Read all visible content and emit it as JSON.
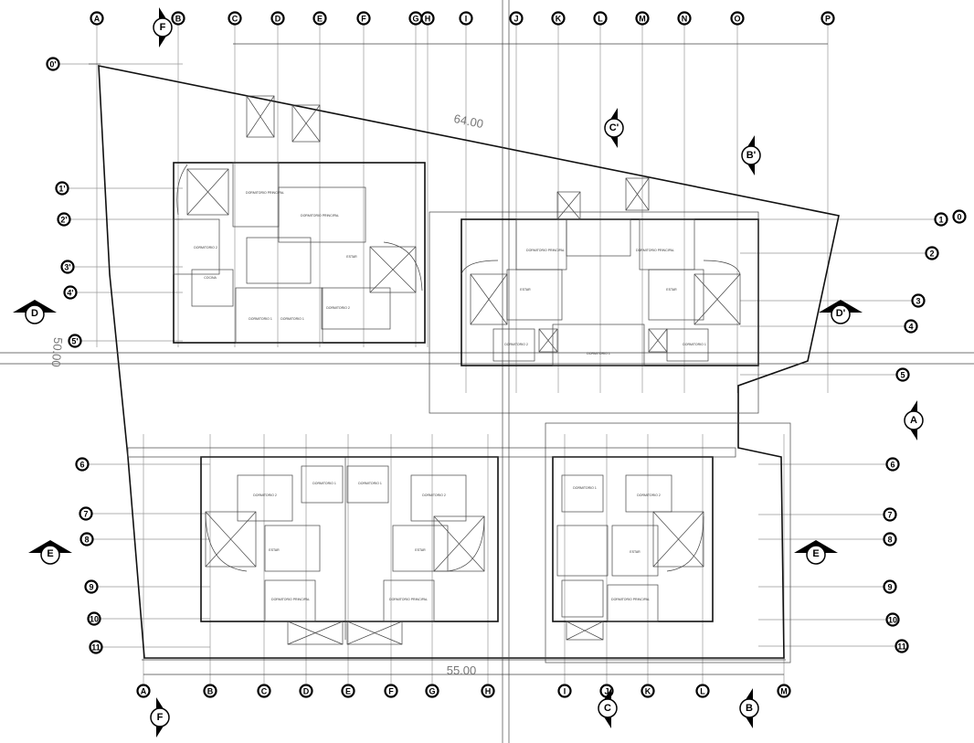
{
  "grid": {
    "top_columns": [
      "A",
      "B",
      "C",
      "D",
      "E",
      "F",
      "G",
      "H",
      "I",
      "J",
      "K",
      "L",
      "M",
      "N",
      "O",
      "P"
    ],
    "bottom_columns": [
      "A",
      "B",
      "C",
      "D",
      "E",
      "F",
      "G",
      "H",
      "I",
      "J",
      "K",
      "L",
      "M"
    ],
    "left_rows": [
      "0'",
      "1'",
      "2'",
      "3'",
      "4'",
      "5'",
      "6",
      "7",
      "8",
      "9",
      "10",
      "11"
    ],
    "right_rows": [
      "0",
      "1",
      "2",
      "3",
      "4",
      "5",
      "6",
      "7",
      "8",
      "9",
      "10",
      "11"
    ]
  },
  "sections": [
    "F",
    "C'",
    "B'",
    "D",
    "D'",
    "A",
    "E",
    "E",
    "F",
    "C",
    "B"
  ],
  "dimensions": {
    "top_boundary": "64.00",
    "bottom_overall": "55.00",
    "left_boundary": "50.00"
  },
  "rooms": [
    "DORMITORIO PRINCIPAL",
    "ESTAR",
    "COCINA",
    "DORMITORIO 1",
    "DORMITORIO 2"
  ]
}
